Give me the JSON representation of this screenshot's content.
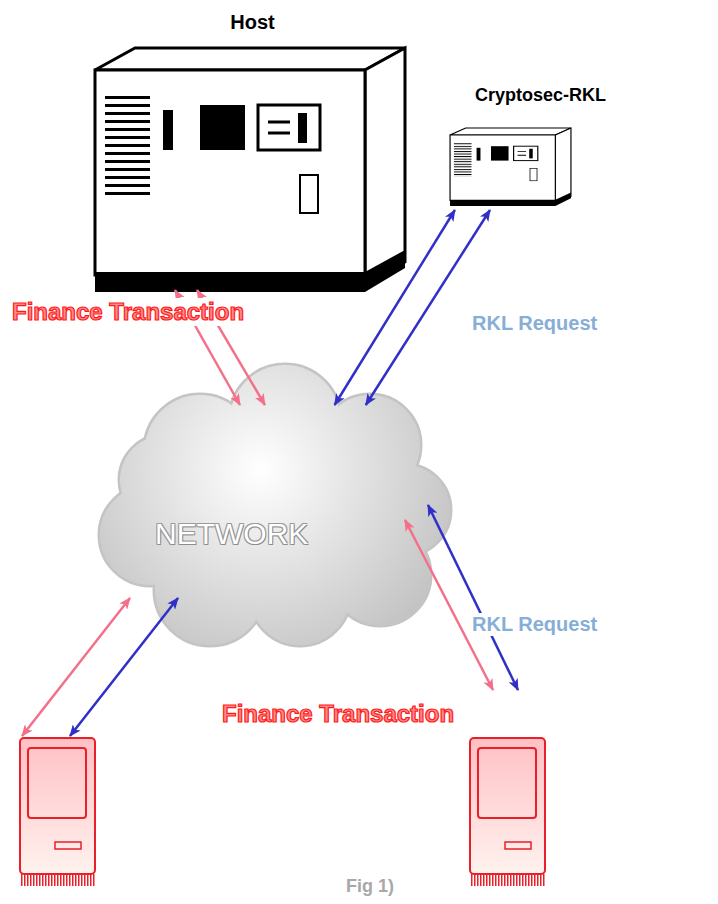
{
  "diagram": {
    "caption": "Fig 1)",
    "nodes": [
      {
        "text": [
          "Host"
        ]
      },
      {
        "text": [
          "Cryptosec-RKL"
        ]
      },
      {
        "text": [
          "NETWORK"
        ]
      }
    ],
    "edges": [
      {
        "from": 0,
        "to": 2,
        "arrow": "both",
        "label": "Finance Transaction"
      },
      {
        "from": 0,
        "to": 2,
        "arrow": "both"
      },
      {
        "from": 1,
        "to": 2,
        "arrow": "both",
        "label": "RKL Request"
      },
      {
        "from": 1,
        "to": 2,
        "arrow": "both"
      }
    ],
    "labels": [
      "RKL Request",
      "Finance Transaction"
    ]
  }
}
